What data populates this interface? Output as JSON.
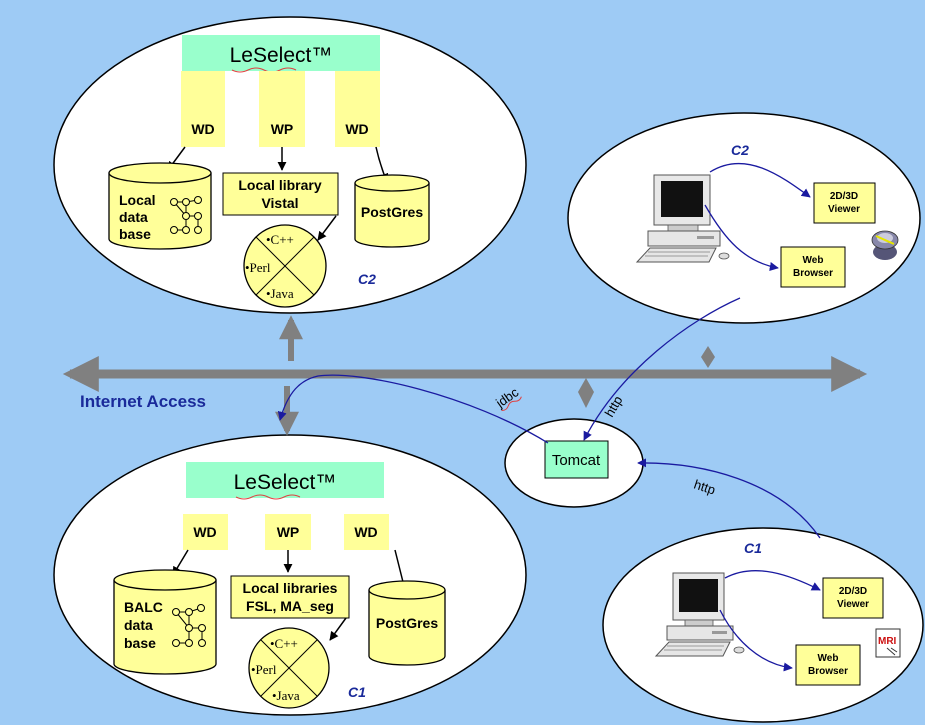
{
  "colors": {
    "background": "#9ecbf5",
    "ellipse_fill": "#ffffff",
    "box_fill": "#ffff99",
    "leselect_fill": "#99ffcc",
    "tomcat_fill": "#99ffcc",
    "label_blue": "#1a2a9a",
    "connector_blue": "#1a1aa0",
    "backbone_gray": "#808080"
  },
  "network": {
    "internet_label": "Internet Access"
  },
  "top_site": {
    "site_label": "C2",
    "leselect_title": "LeSelect™",
    "wd_left": "WD",
    "wp": "WP",
    "wd_right": "WD",
    "database_lines": [
      "Local",
      "data",
      "base"
    ],
    "library_lines": [
      "Local library",
      "Vistal"
    ],
    "postgres": "PostGres",
    "languages": [
      "•C++",
      "•Perl",
      "•Java"
    ]
  },
  "bottom_site": {
    "site_label": "C1",
    "leselect_title": "LeSelect™",
    "wd_left": "WD",
    "wp": "WP",
    "wd_right": "WD",
    "database_lines": [
      "BALC",
      "data",
      "base"
    ],
    "library_lines": [
      "Local libraries",
      "FSL, MA_seg"
    ],
    "postgres": "PostGres",
    "languages": [
      "•C++",
      "•Perl",
      "•Java"
    ]
  },
  "client_top": {
    "label": "C2",
    "viewer_lines": [
      "2D/3D",
      "Viewer"
    ],
    "browser_lines": [
      "Web",
      "Browser"
    ]
  },
  "client_bottom": {
    "label": "C1",
    "viewer_lines": [
      "2D/3D",
      "Viewer"
    ],
    "browser_lines": [
      "Web",
      "Browser"
    ],
    "mri_logo": "MRI"
  },
  "server": {
    "tomcat": "Tomcat"
  },
  "connections": {
    "jdbc": "jdbc",
    "http_top": "http",
    "http_bottom": "http"
  }
}
